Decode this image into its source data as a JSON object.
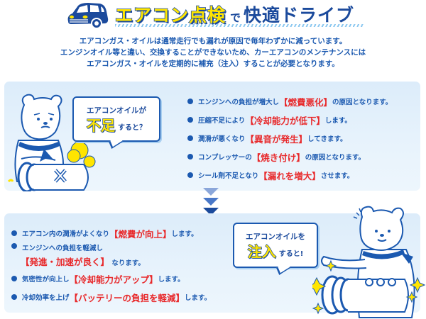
{
  "header": {
    "title_main": "エアコン点検",
    "title_connector": "で",
    "title_rest": "快適ドライブ",
    "icon": "car-icon"
  },
  "intro": {
    "lines": [
      "エアコンガス・オイルは通常走行でも漏れが原因で毎年わずかに減っています。",
      "エンジンオイル等と違い、交換することができないため、カーエアコンのメンテナンスには",
      "エアコンガス・オイルを定期的に補充（注入）することが必要となります。"
    ]
  },
  "shortage": {
    "bubble": {
      "line1": "エアコンオイルが",
      "big": "不足",
      "small": "すると？"
    },
    "items": [
      {
        "before": "エンジンへの負担が増大し",
        "highlight": "【燃費悪化】",
        "after": "の原因となります。"
      },
      {
        "before": "圧縮不足により",
        "highlight": "【冷却能力が低下】",
        "after": "します。"
      },
      {
        "before": "潤滑が悪くなり",
        "highlight": "【異音が発生】",
        "after": "してきます。"
      },
      {
        "before": "コンプレッサーの",
        "highlight": "【焼き付け】",
        "after": "の原因となります。"
      },
      {
        "before": "シール剤不足となり",
        "highlight": "【漏れを増大】",
        "after": "させます。"
      }
    ]
  },
  "injection": {
    "bubble": {
      "line1": "エアコンオイルを",
      "big": "注入",
      "small": "すると!"
    },
    "items": [
      {
        "before": "エアコン内の潤滑がよくなり",
        "highlight": "【燃費が向上】",
        "after": "します。"
      },
      {
        "before": "エンジンへの負担を軽減し",
        "highlight": "【発進・加速が良く】",
        "after": "なります。"
      },
      {
        "before": "気密性が向上し",
        "highlight": "【冷却能力がアップ】",
        "after": "します。"
      },
      {
        "before": "冷却効率を上げ",
        "highlight": "【バッテリーの負担を軽減】",
        "after": "します。"
      }
    ]
  },
  "colors": {
    "primary_blue": "#1b59b0",
    "dark_blue": "#1b4a9c",
    "accent_yellow": "#ffe500",
    "highlight_red": "#e8282a",
    "panel_bg": "#e3f0fb"
  }
}
